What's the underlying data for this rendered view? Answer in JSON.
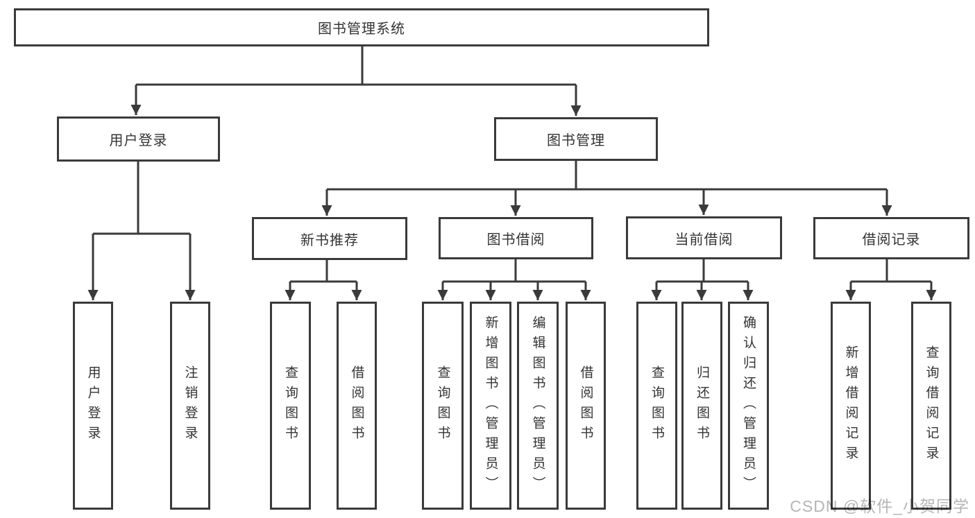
{
  "diagram": {
    "root": {
      "label": "图书管理系统"
    },
    "branches": [
      {
        "label": "用户登录",
        "children": [
          {
            "label": "用户登录"
          },
          {
            "label": "注销登录"
          }
        ]
      },
      {
        "label": "图书管理",
        "children": [
          {
            "label": "新书推荐",
            "children": [
              {
                "label": "查询图书"
              },
              {
                "label": "借阅图书"
              }
            ]
          },
          {
            "label": "图书借阅",
            "children": [
              {
                "label": "查询图书"
              },
              {
                "label": "新增图书（管理员）"
              },
              {
                "label": "编辑图书（管理员）"
              },
              {
                "label": "借阅图书"
              }
            ]
          },
          {
            "label": "当前借阅",
            "children": [
              {
                "label": "查询图书"
              },
              {
                "label": "归还图书"
              },
              {
                "label": "确认归还（管理员）"
              }
            ]
          },
          {
            "label": "借阅记录",
            "children": [
              {
                "label": "新增借阅记录"
              },
              {
                "label": "查询借阅记录"
              }
            ]
          }
        ]
      }
    ],
    "watermark": "CSDN @软件_小贺同学",
    "colors": {
      "line": "#3a3a3a",
      "text": "#333333",
      "background": "#ffffff",
      "watermark": "#b5b5b5"
    }
  }
}
